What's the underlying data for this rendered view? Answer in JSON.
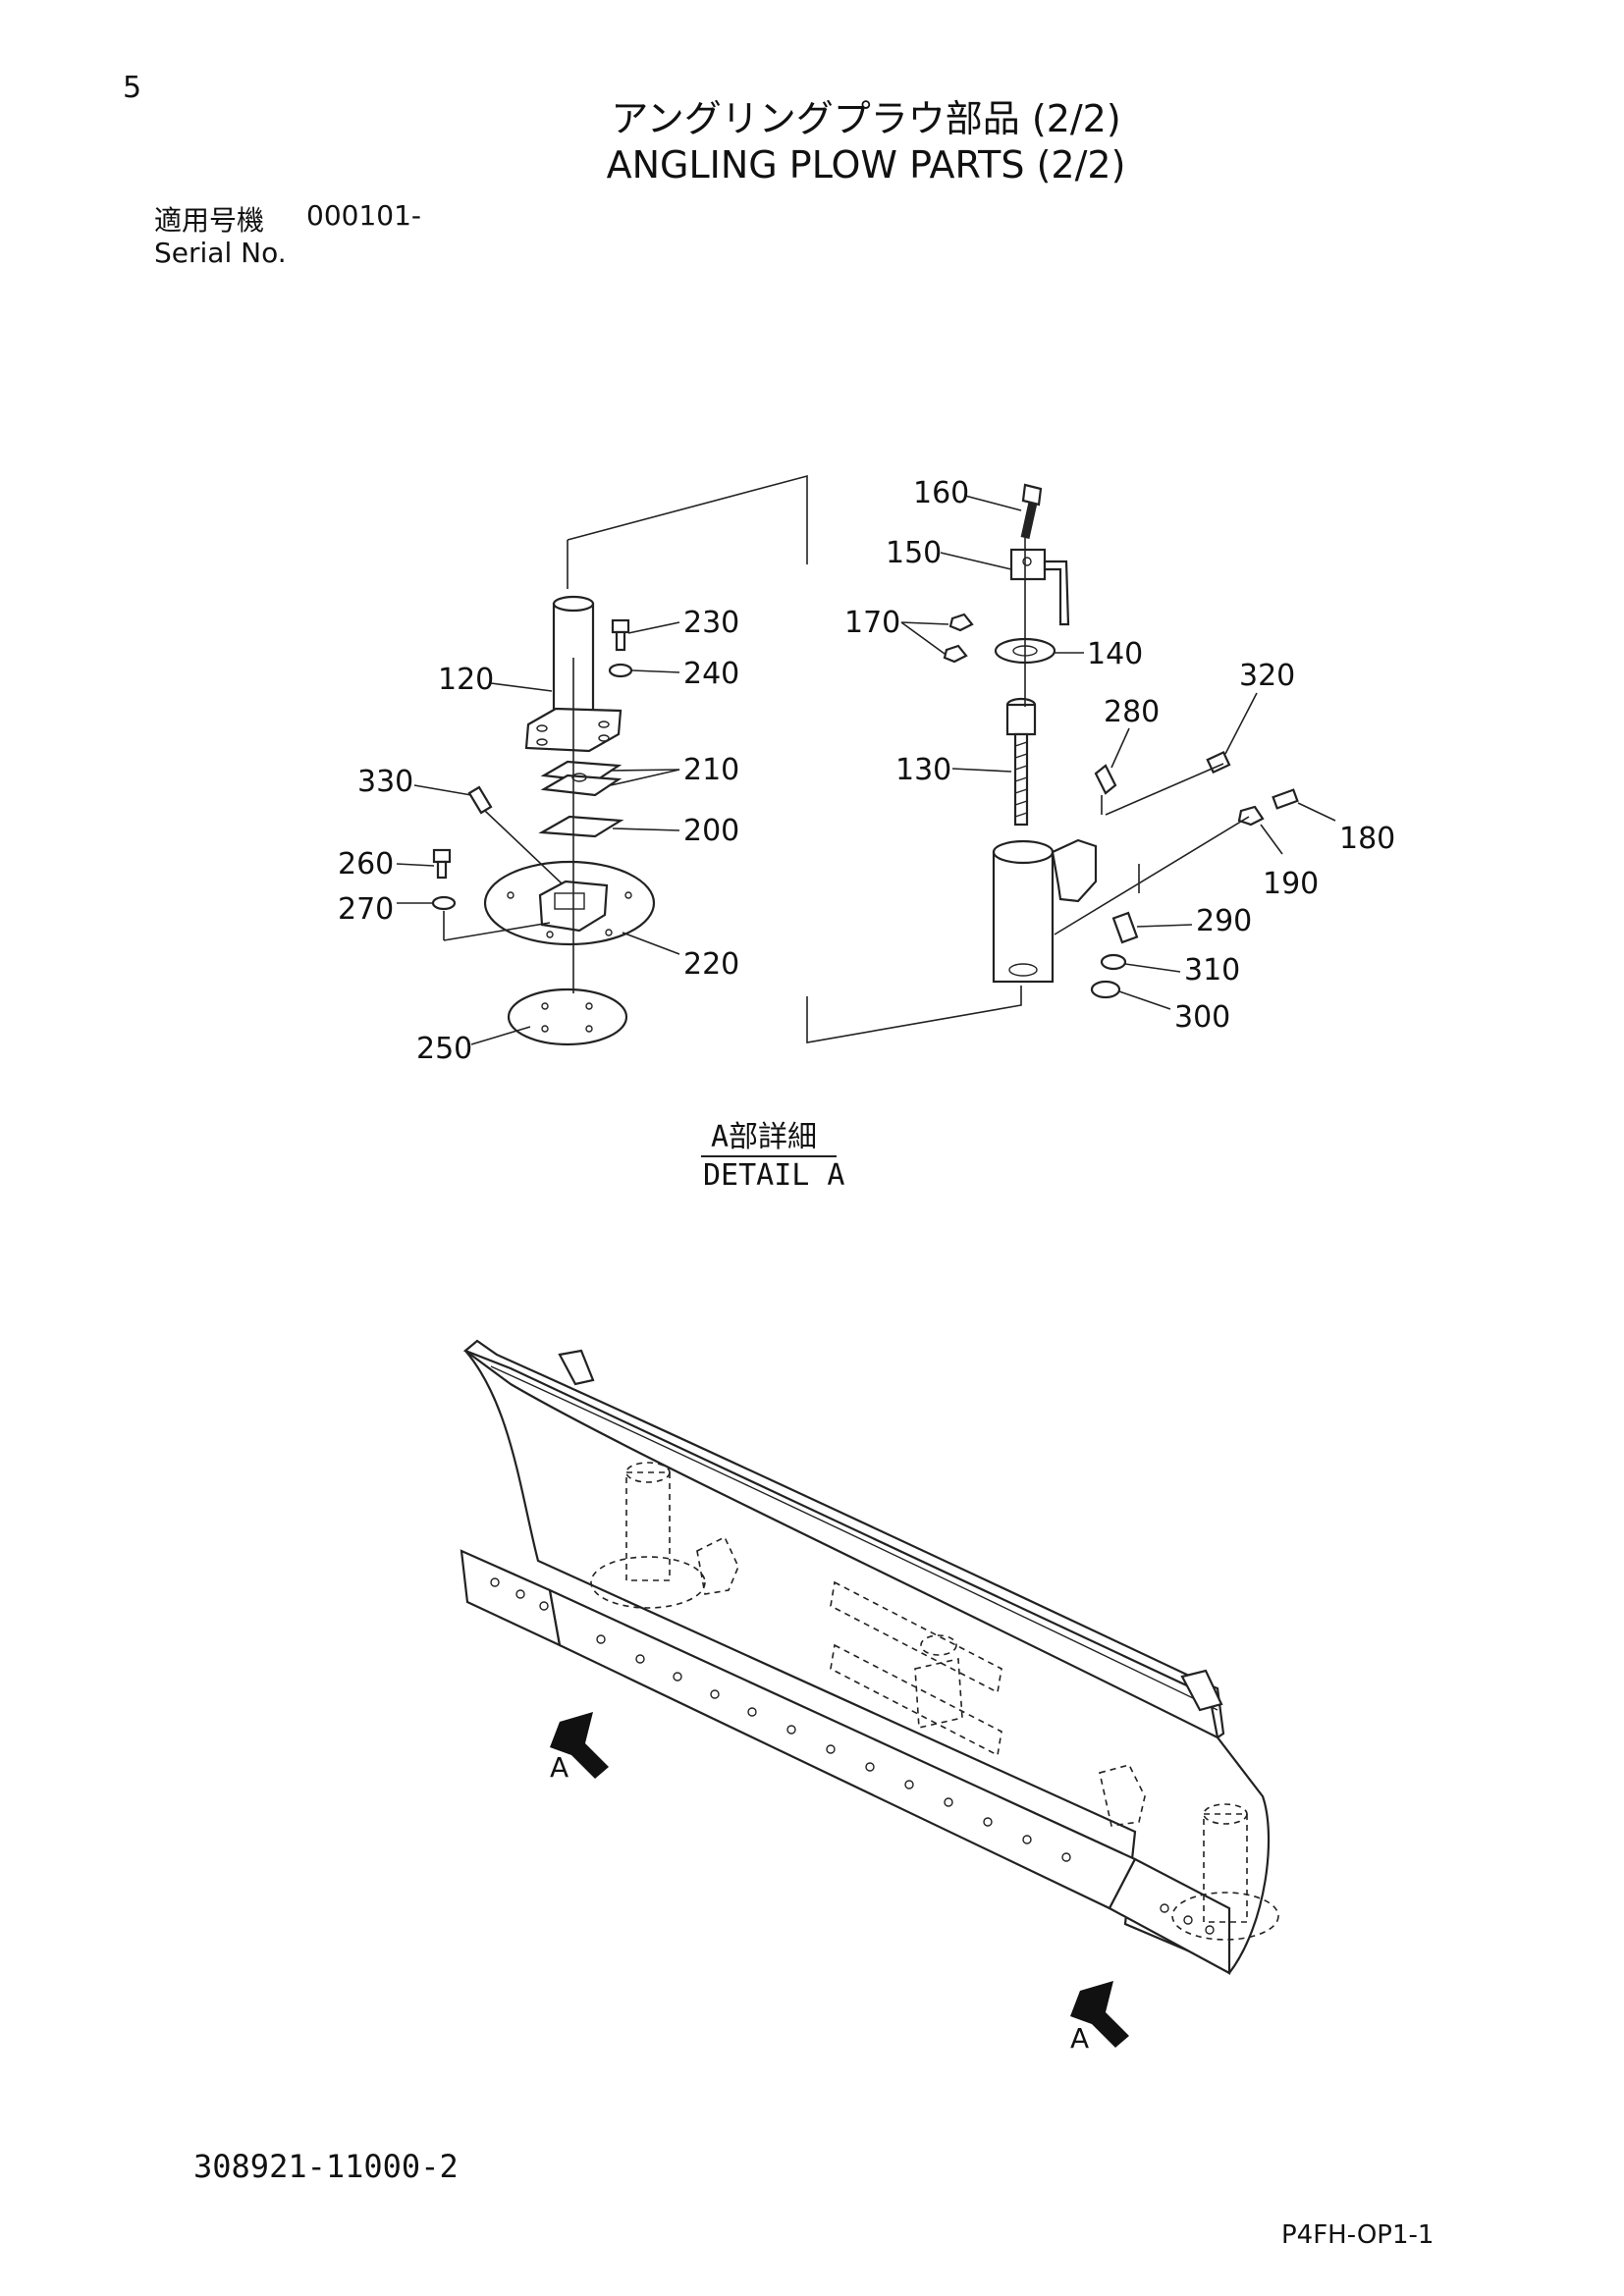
{
  "header": {
    "page_number": "5",
    "title_jp": "アングリングプラウ部品 (2/2)",
    "title_en": "ANGLING PLOW PARTS (2/2)",
    "serial_label_jp": "適用号機",
    "serial_value": "000101-",
    "serial_label_en": "Serial No."
  },
  "detail": {
    "caption_jp": "A部詳細",
    "caption_en": "DETAIL A",
    "view_marker": "A"
  },
  "callouts": {
    "p120": "120",
    "p130": "130",
    "p140": "140",
    "p150": "150",
    "p160": "160",
    "p170": "170",
    "p180": "180",
    "p190": "190",
    "p200": "200",
    "p210": "210",
    "p220": "220",
    "p230": "230",
    "p240": "240",
    "p250": "250",
    "p260": "260",
    "p270": "270",
    "p280": "280",
    "p290": "290",
    "p300": "300",
    "p310": "310",
    "p320": "320",
    "p330": "330"
  },
  "footer": {
    "doc_number": "308921-11000-2",
    "page_code": "P4FH-OP1-1"
  }
}
